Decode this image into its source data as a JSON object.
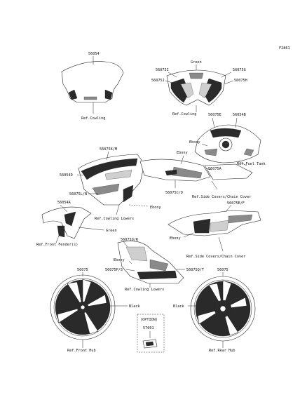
{
  "figure_id": "F2861",
  "labels": {
    "p56054": "56054",
    "p56075i": "56075I",
    "p56075j": "56075J",
    "green_top": "Green",
    "p56075g": "56075G",
    "p56075h": "56075H",
    "ref_cowling_1": "Ref.Cowling",
    "ref_cowling_2": "Ref.Cowling",
    "p56075e": "56075E",
    "p56054b": "56054B",
    "ebony_tank": "Ebony",
    "ref_fuel_tank": "Ref.Fuel Tank",
    "p56075k_m": "56075K/M",
    "p56054d": "56054D",
    "ebony_seat": "Ebony",
    "p56075a": "56075A",
    "p56075c_d": "56075C/D",
    "ref_side_covers_1": "Ref.Side Covers/Chain Cover",
    "p56075l_n": "56075L/N",
    "ebony_lower": "Ebony",
    "p56054a": "56054A",
    "ref_cowling_lowers_1": "Ref.Cowling Lowers",
    "green_fender": "Green",
    "ref_front_fender": "Ref.Front Fender(s)",
    "p56075e_f": "56075E/F",
    "ebony_rear": "Ebony",
    "ref_side_covers_2": "Ref.Side Covers/Chain Cover",
    "p56075o_r": "56075O/R",
    "ebony_cowl": "Ebony",
    "p56075p_s": "56075P/S",
    "p56075q_t": "56075Q/T",
    "ref_cowling_lowers_2": "Ref.Cowling Lowers",
    "p56075_front": "56075",
    "p56075_rear": "56075",
    "black_front": "Black",
    "black_rear": "Black",
    "option": "(OPTION)",
    "p57001": "57001",
    "ref_front_hub": "Ref.Front Hub",
    "ref_rear_hub": "Ref.Rear Hub"
  }
}
